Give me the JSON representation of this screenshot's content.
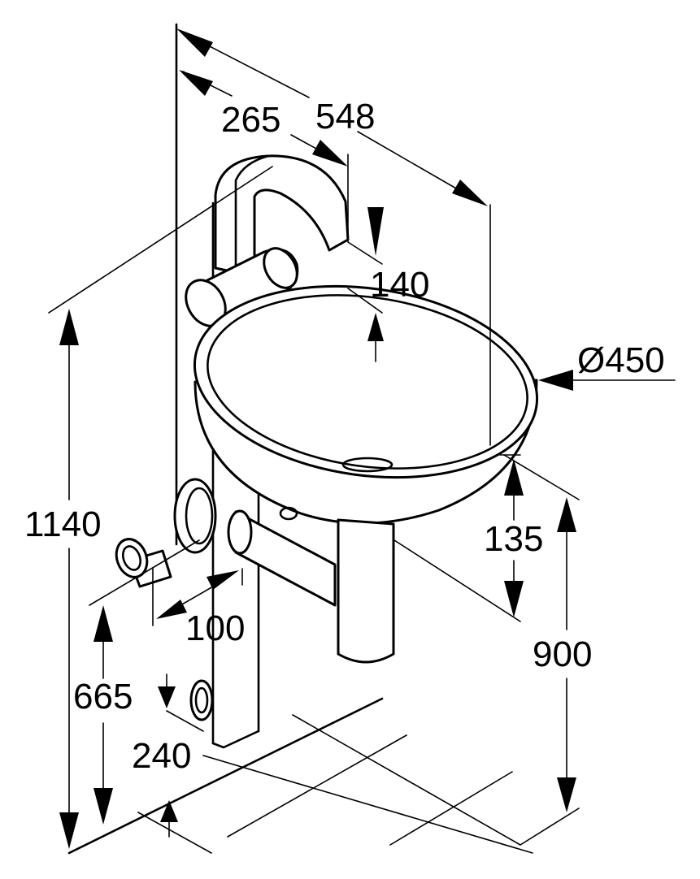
{
  "dimensions": {
    "total_width": "548",
    "spout_reach": "265",
    "spout_height": "140",
    "bowl_diameter": "Ø450",
    "bowl_depth": "135",
    "rim_height": "900",
    "total_height": "1140",
    "bracket_offset": "100",
    "outlet_height": "665",
    "floor_offset": "240"
  }
}
